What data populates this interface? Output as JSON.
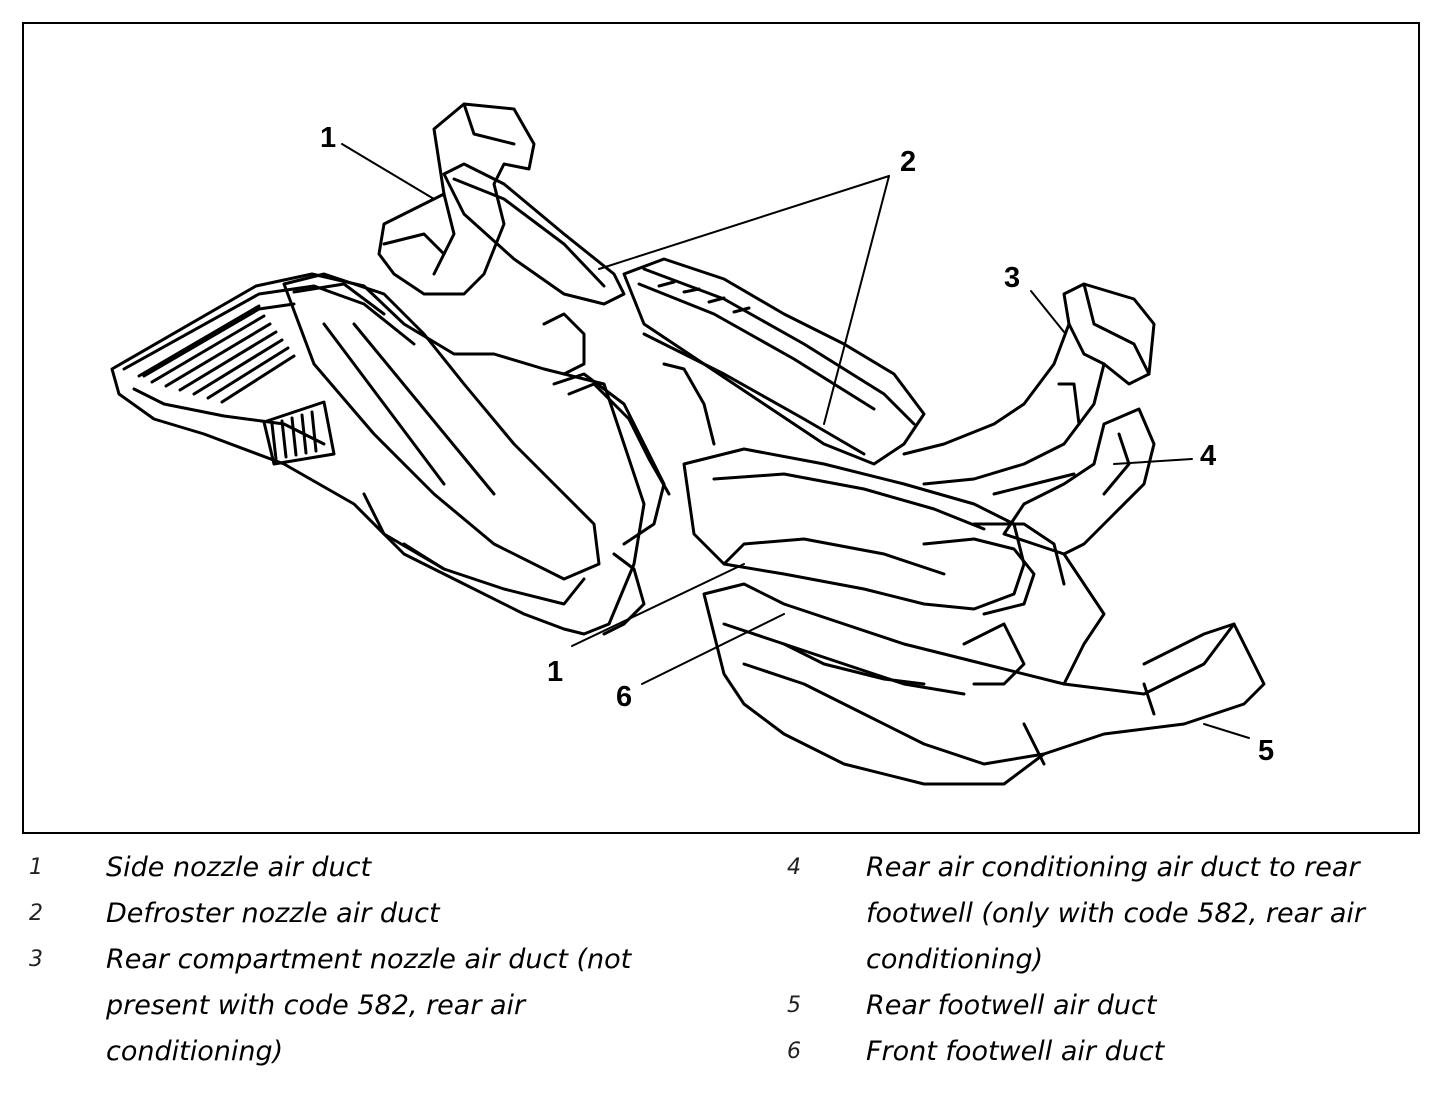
{
  "figure": {
    "callouts": [
      "1",
      "2",
      "3",
      "4",
      "5",
      "1",
      "6"
    ]
  },
  "legend": {
    "items": [
      {
        "num": "1",
        "lines": [
          "Side nozzle air duct"
        ]
      },
      {
        "num": "2",
        "lines": [
          "Defroster nozzle air duct"
        ]
      },
      {
        "num": "3",
        "lines": [
          "Rear compartment nozzle air duct (not",
          "present with code 582, rear air",
          "conditioning)"
        ]
      },
      {
        "num": "4",
        "lines": [
          "Rear air conditioning air duct to rear",
          "footwell (only with code 582, rear air",
          "conditioning)"
        ]
      },
      {
        "num": "5",
        "lines": [
          "Rear footwell air duct"
        ]
      },
      {
        "num": "6",
        "lines": [
          "Front footwell air duct"
        ]
      }
    ]
  }
}
